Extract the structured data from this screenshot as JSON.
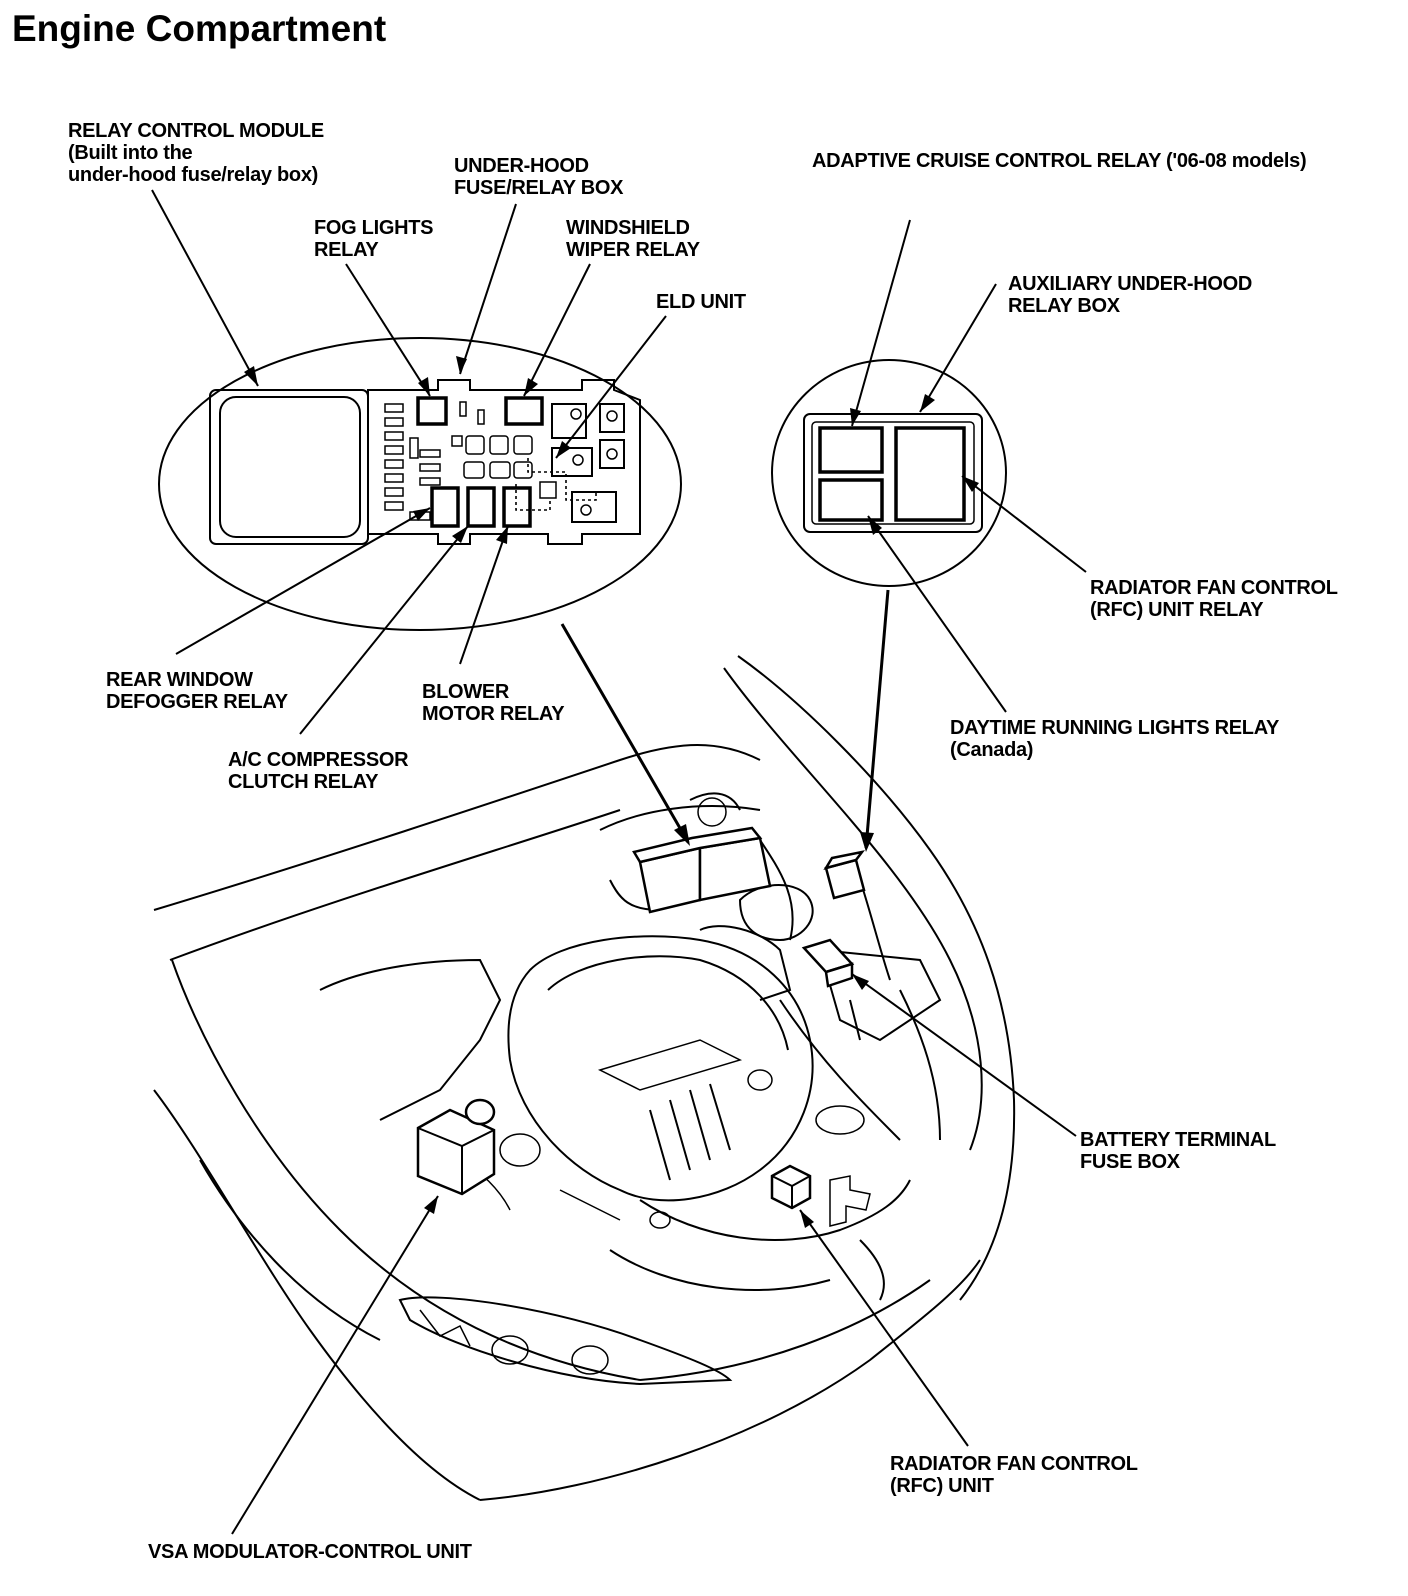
{
  "title": "Engine Compartment",
  "labels": {
    "relay_control_module": [
      "RELAY CONTROL MODULE",
      "(Built into the",
      "under-hood fuse/relay box)"
    ],
    "under_hood_fuse_box": [
      "UNDER-HOOD",
      "FUSE/RELAY BOX"
    ],
    "fog_lights_relay": [
      "FOG LIGHTS",
      "RELAY"
    ],
    "windshield_wiper_relay": [
      "WINDSHIELD",
      "WIPER RELAY"
    ],
    "eld_unit": [
      "ELD UNIT"
    ],
    "adaptive_cruise_control_relay": [
      "ADAPTIVE CRUISE CONTROL RELAY ('06-08 models)"
    ],
    "auxiliary_under_hood_relay_box": [
      "AUXILIARY UNDER-HOOD",
      "RELAY BOX"
    ],
    "radiator_fan_control_unit_relay": [
      "RADIATOR FAN CONTROL",
      "(RFC) UNIT RELAY"
    ],
    "daytime_running_lights_relay": [
      "DAYTIME RUNNING LIGHTS RELAY",
      "(Canada)"
    ],
    "rear_window_defogger_relay": [
      "REAR WINDOW",
      "DEFOGGER RELAY"
    ],
    "blower_motor_relay": [
      "BLOWER",
      "MOTOR RELAY"
    ],
    "ac_compressor_clutch_relay": [
      "A/C COMPRESSOR",
      "CLUTCH RELAY"
    ],
    "battery_terminal_fuse_box": [
      "BATTERY TERMINAL",
      "FUSE BOX"
    ],
    "radiator_fan_control_unit": [
      "RADIATOR FAN CONTROL",
      "(RFC) UNIT"
    ],
    "vsa_modulator_control_unit": [
      "VSA MODULATOR-CONTROL UNIT"
    ]
  }
}
